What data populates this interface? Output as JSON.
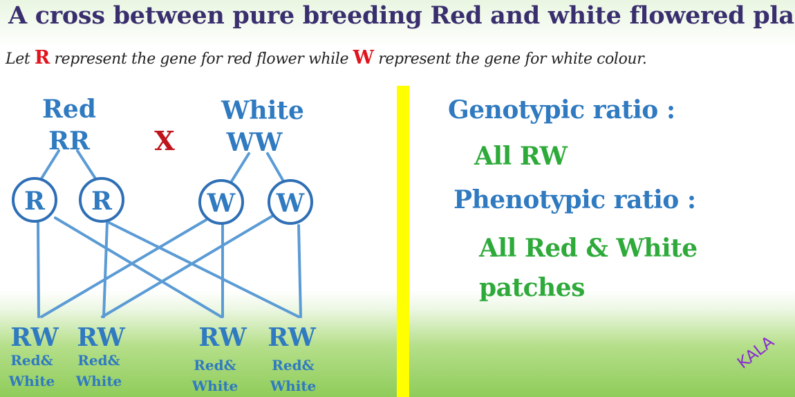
{
  "title": "A cross between pure breeding Red and white flowered plant",
  "subtitle": {
    "part1": "Let ",
    "gene_r": "R",
    "part2": " represent the gene for red flower while ",
    "gene_w": "W",
    "part3": " represent the gene for white colour."
  },
  "parents": {
    "red": {
      "label": "Red",
      "genotype": "RR"
    },
    "white": {
      "label": "White",
      "genotype": "WW"
    },
    "cross_symbol": "X"
  },
  "gametes": [
    "R",
    "R",
    "W",
    "W"
  ],
  "offspring": [
    {
      "genotype": "RW",
      "line1": "Red&",
      "line2": "White"
    },
    {
      "genotype": "RW",
      "line1": "Red&",
      "line2": "White"
    },
    {
      "genotype": "RW",
      "line1": "Red&",
      "line2": "White"
    },
    {
      "genotype": "RW",
      "line1": "Red&",
      "line2": "White"
    }
  ],
  "results": {
    "genotypic_label": "Genotypic ratio :",
    "genotypic_value": "All RW",
    "phenotypic_label": "Phenotypic ratio :",
    "phenotypic_value_line1": "All Red & White",
    "phenotypic_value_line2": "patches"
  },
  "signature": "KALA",
  "colors": {
    "title": "#3a2f6e",
    "gene_highlight": "#e0141e",
    "blue_text": "#2f7ac0",
    "line_blue": "#5b9bd5",
    "green_text": "#2eaa3a",
    "divider": "#ffff00",
    "signature": "#8a2bd0"
  }
}
